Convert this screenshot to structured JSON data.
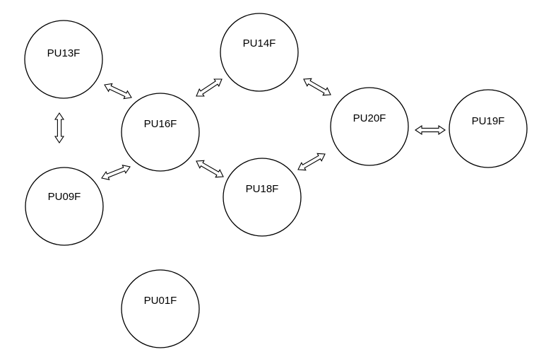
{
  "diagram": {
    "nodes": {
      "pu13f": "PU13F",
      "pu14f": "PU14F",
      "pu16f": "PU16F",
      "pu20f": "PU20F",
      "pu19f": "PU19F",
      "pu09f": "PU09F",
      "pu18f": "PU18F",
      "pu01f": "PU01F"
    },
    "connections": [
      {
        "from": "PU13F",
        "to": "PU16F",
        "direction": "bidirectional"
      },
      {
        "from": "PU13F",
        "to": "PU09F",
        "direction": "bidirectional"
      },
      {
        "from": "PU16F",
        "to": "PU14F",
        "direction": "bidirectional"
      },
      {
        "from": "PU16F",
        "to": "PU09F",
        "direction": "bidirectional"
      },
      {
        "from": "PU16F",
        "to": "PU18F",
        "direction": "bidirectional"
      },
      {
        "from": "PU14F",
        "to": "PU20F",
        "direction": "bidirectional"
      },
      {
        "from": "PU18F",
        "to": "PU20F",
        "direction": "bidirectional"
      },
      {
        "from": "PU20F",
        "to": "PU19F",
        "direction": "bidirectional"
      }
    ],
    "colors": {
      "stroke": "#000000",
      "fill": "#ffffff",
      "background": "#ffffff"
    }
  }
}
